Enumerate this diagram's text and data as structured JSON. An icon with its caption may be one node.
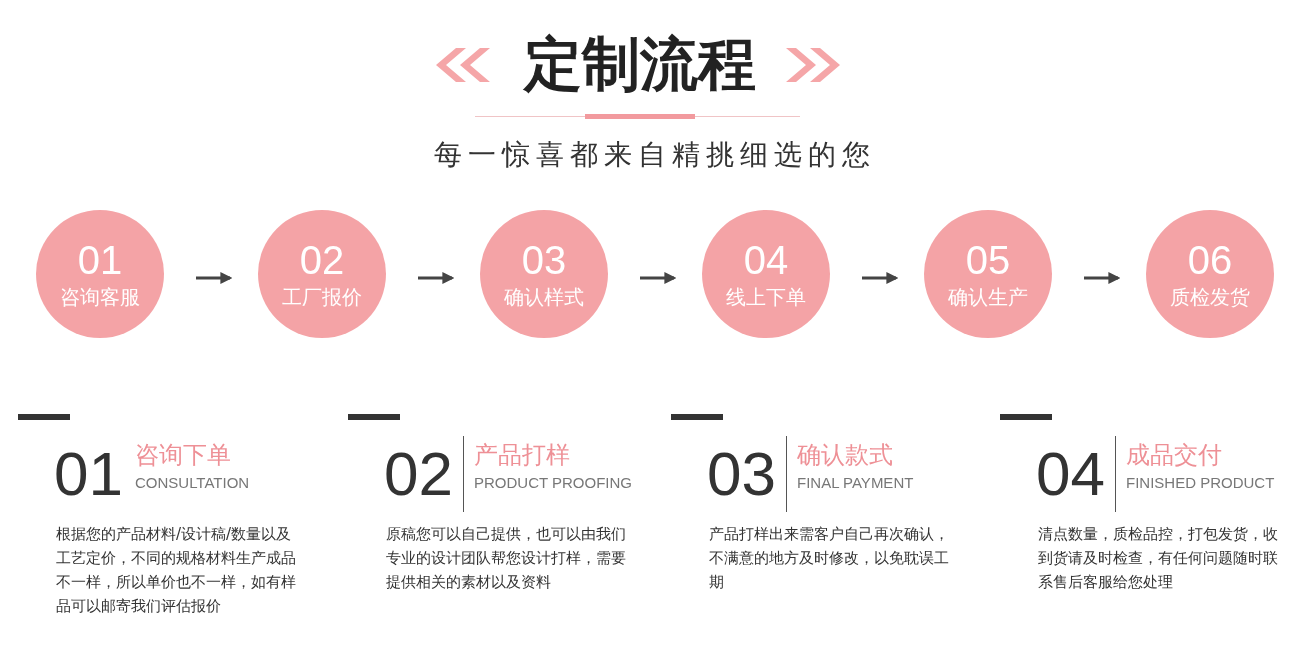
{
  "diagram": {
    "title": "定制流程",
    "nodes": [
      {
        "text": [
          "01",
          "咨询客服"
        ]
      },
      {
        "text": [
          "02",
          "工厂报价"
        ]
      },
      {
        "text": [
          "03",
          "确认样式"
        ]
      },
      {
        "text": [
          "04",
          "线上下单"
        ]
      },
      {
        "text": [
          "05",
          "确认生产"
        ]
      },
      {
        "text": [
          "06",
          "质检发货"
        ]
      }
    ],
    "edges": [
      {
        "from": 0,
        "to": 1,
        "arrow": "to"
      },
      {
        "from": 1,
        "to": 2,
        "arrow": "to"
      },
      {
        "from": 2,
        "to": 3,
        "arrow": "to"
      },
      {
        "from": 3,
        "to": 4,
        "arrow": "to"
      },
      {
        "from": 4,
        "to": 5,
        "arrow": "to"
      }
    ],
    "labels": [
      "每一惊喜都来自精挑细选的您",
      "01",
      "咨询下单",
      "CONSULTATION",
      "根据您的产品材料/设计稿/数量以及工艺定价，不同的规格材料生产成品不一样，所以单价也不一样，如有样品可以邮寄我们评估报价",
      "02",
      "产品打样",
      "PRODUCT PROOFING",
      "原稿您可以自己提供，也可以由我们专业的设计团队帮您设计打样，需要提供相关的素材以及资料",
      "03",
      "确认款式",
      "FINAL PAYMENT",
      "产品打样出来需客户自己再次确认，不满意的地方及时修改，以免耽误工期",
      "04",
      "成品交付",
      "FINISHED PRODUCT",
      "清点数量，质检品控，打包发货，收到货请及时检查，有任何问题随时联系售后客服给您处理"
    ]
  }
}
